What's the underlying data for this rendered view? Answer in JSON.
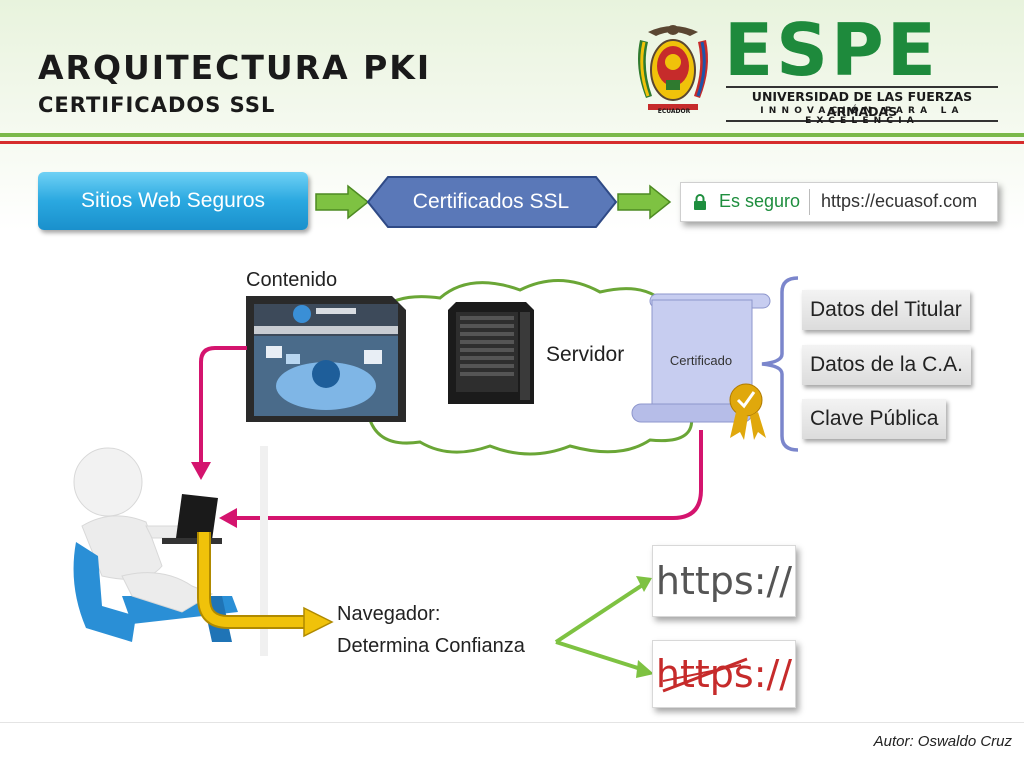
{
  "header": {
    "title": "ARQUITECTURA PKI",
    "subtitle": "CERTIFICADOS SSL"
  },
  "logo": {
    "name": "ESPE",
    "university": "UNIVERSIDAD DE LAS FUERZAS ARMADAS",
    "tagline": "INNOVACIÓN PARA LA EXCELENCIA",
    "crest_label": "ECUADOR"
  },
  "flow": {
    "step1": "Sitios Web Seguros",
    "step2": "Certificados SSL",
    "browser_secure": "Es seguro",
    "browser_url": "https://ecuasof.com"
  },
  "diagram": {
    "contenido_label": "Contenido",
    "servidor_label": "Servidor",
    "certificado_label": "Certificado",
    "datos": [
      "Datos del Titular",
      "Datos de la C.A.",
      "Clave Pública"
    ]
  },
  "navegador": {
    "line1": "Navegador:",
    "line2": "Determina Confianza",
    "https_ok": "https://",
    "https_bad": "https://"
  },
  "footer": {
    "author": "Autor: Oswaldo Cruz"
  },
  "colors": {
    "green_accent": "#1e8a3c",
    "arrow_green": "#7ec242",
    "arrow_pink": "#d4146e",
    "arrow_yellow": "#f0c20a",
    "hex_blue": "#5a78b8",
    "button_blue": "#2aa8e0",
    "red_line": "#d62c2c"
  }
}
